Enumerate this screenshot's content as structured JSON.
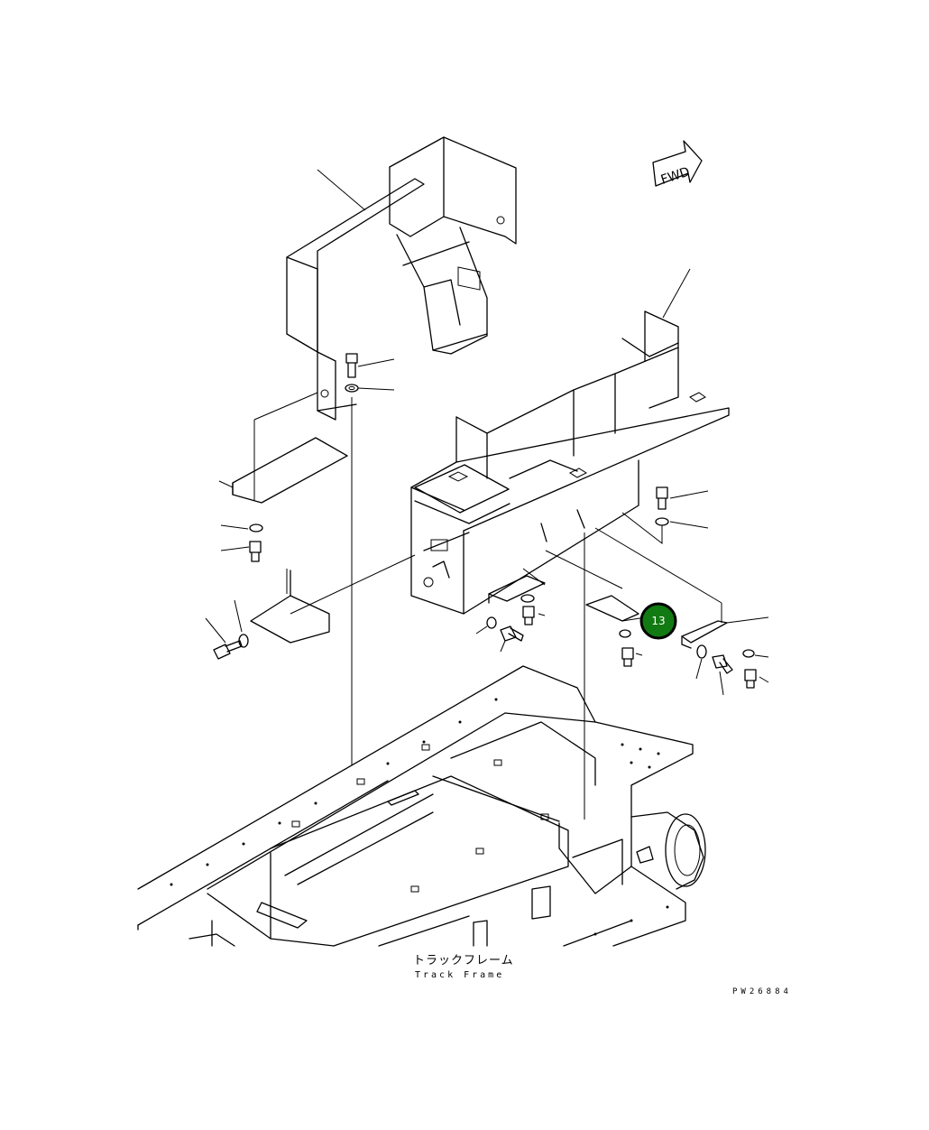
{
  "diagram": {
    "fwd_label": "FWD",
    "callout": {
      "number": "13",
      "color": "#127a12"
    },
    "assembly_label_jp": "トラックフレーム",
    "assembly_label_en": "Track Frame",
    "drawing_code": "PW26884"
  }
}
